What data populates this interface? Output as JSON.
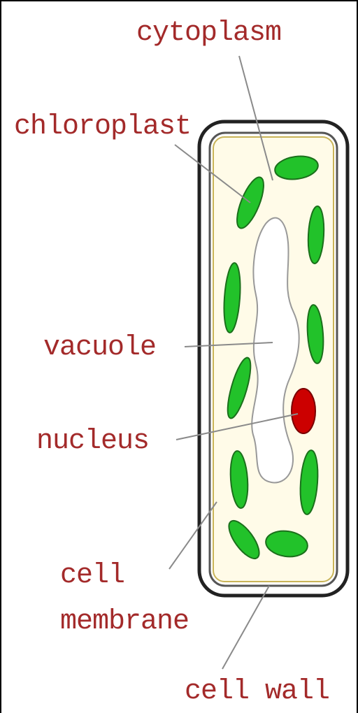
{
  "colors": {
    "label_text": "#A32A2A",
    "chloroplast_fill": "#22C22A",
    "chloroplast_stroke": "#1B6F1B",
    "nucleus_fill": "#CC0000",
    "membrane_tint": "#FFFBE8",
    "wall_stroke": "#222222",
    "leader_line": "#8A8A8A"
  },
  "labels": {
    "cytoplasm": "cytoplasm",
    "chloroplast": "chloroplast",
    "vacuole": "vacuole",
    "nucleus": "nucleus",
    "cell_membrane_line1": "cell",
    "cell_membrane_line2": "membrane",
    "cell_wall": "cell wall"
  }
}
